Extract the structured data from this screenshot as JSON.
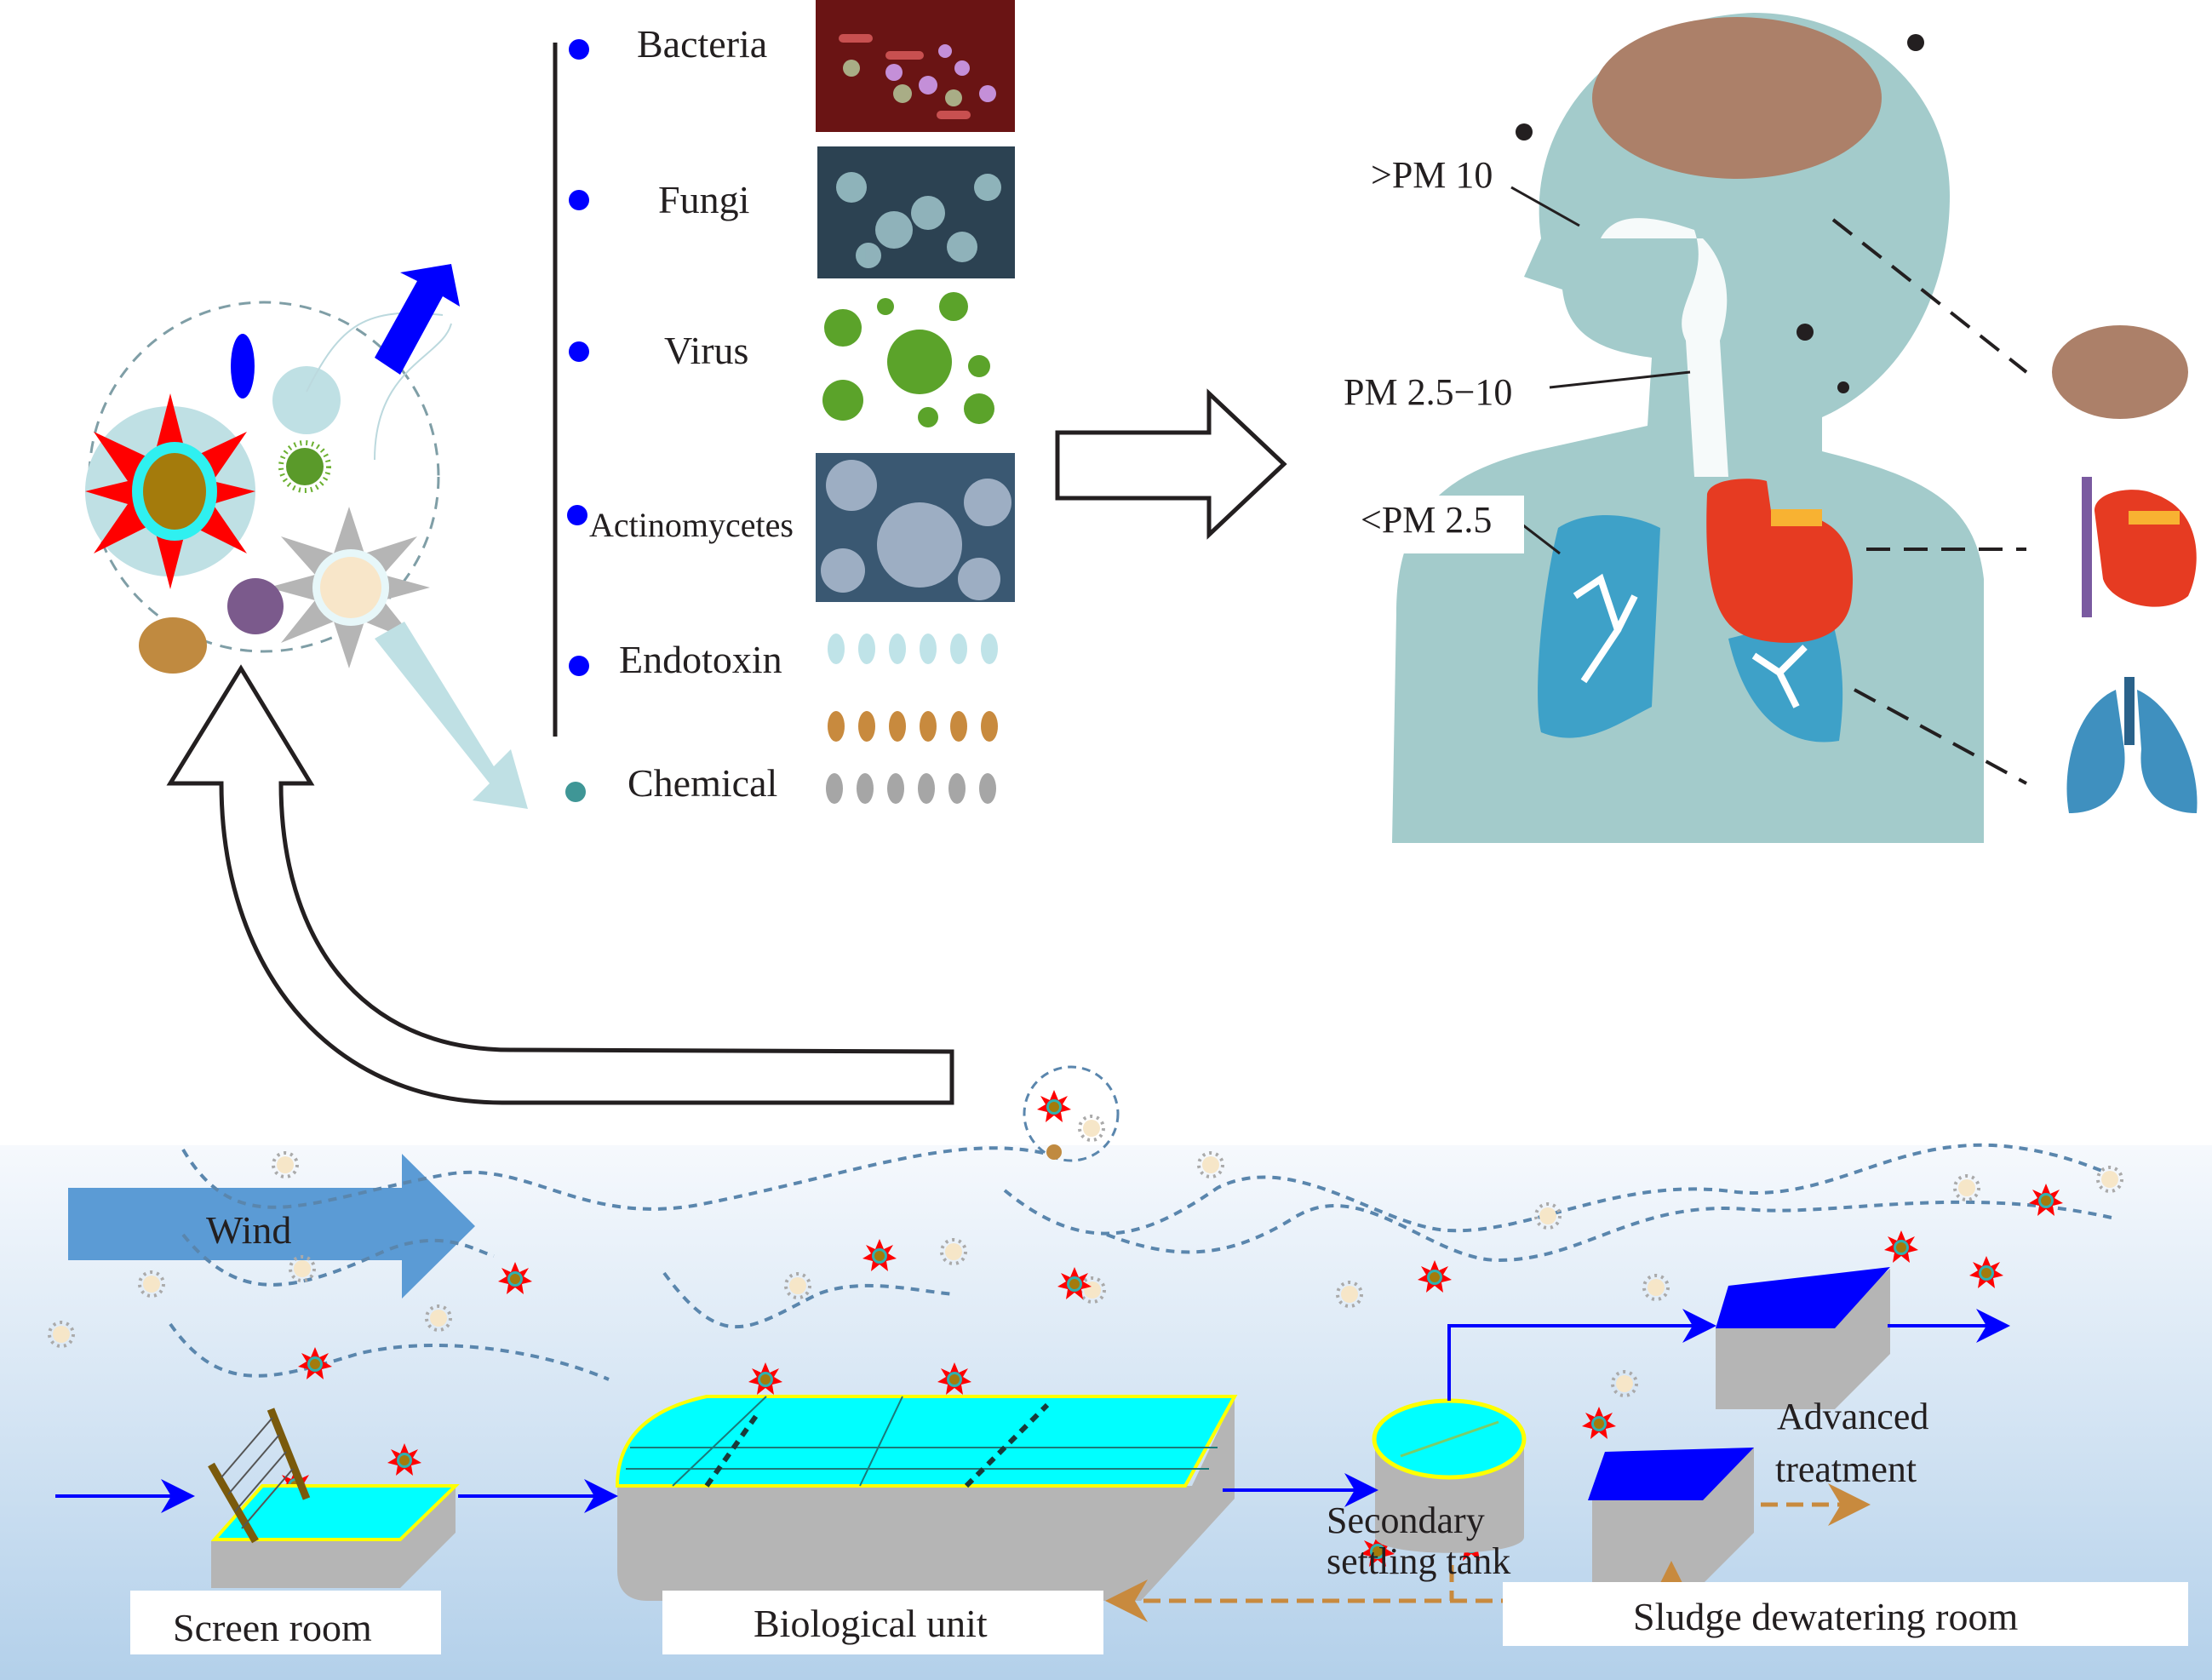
{
  "legend": {
    "items": [
      {
        "label": "Bacteria",
        "bullet_color": "#0000ff"
      },
      {
        "label": "Fungi",
        "bullet_color": "#0000ff"
      },
      {
        "label": "Virus",
        "bullet_color": "#0000ff"
      },
      {
        "label": "Actinomycetes",
        "bullet_color": "#0000ff"
      },
      {
        "label": "Endotoxin",
        "bullet_color": "#0000ff"
      },
      {
        "label": "Chemical",
        "bullet_color": "#3f9696"
      }
    ],
    "endotoxin_dot_colors": [
      "#bfe3e8",
      "#c88a3e"
    ],
    "chemical_dot_color": "#a6a6a6"
  },
  "health": {
    "pm_labels": [
      ">PM 10",
      "PM 2.5−10",
      "<PM 2.5"
    ],
    "organs": [
      "brain",
      "heart",
      "lungs"
    ]
  },
  "process": {
    "wind_label": "Wind",
    "units": {
      "screen_room": "Screen room",
      "biological_unit": "Biological unit",
      "secondary_line1": "Secondary",
      "secondary_line2": "settling tank",
      "advanced_line1": "Advanced",
      "advanced_line2": "treatment",
      "sludge": "Sludge dewatering room"
    }
  },
  "colors": {
    "flow": "#0000ff",
    "sludge_flow": "#c88a3e",
    "water": "#00ffff",
    "body": "#a3cbcb",
    "sky_top": "#f4f8fc",
    "sky_bottom": "#b7d3ea"
  }
}
